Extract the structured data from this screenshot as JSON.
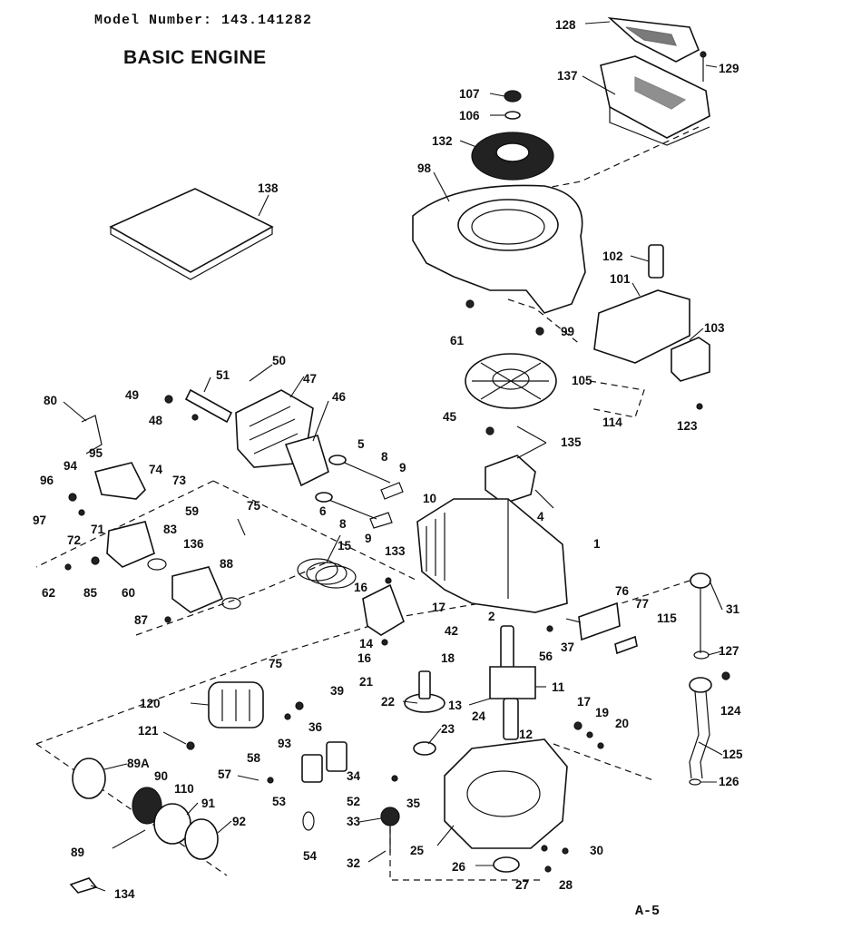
{
  "header": {
    "model_number": "Model Number: 143.141282",
    "title": "BASIC ENGINE"
  },
  "footer": {
    "page_ref": "A-5"
  },
  "part_labels": {
    "p1": "1",
    "p2": "2",
    "p4": "4",
    "p5": "5",
    "p6": "6",
    "p8a": "8",
    "p8b": "8",
    "p9a": "9",
    "p9b": "9",
    "p10": "10",
    "p11": "11",
    "p12": "12",
    "p13": "13",
    "p14": "14",
    "p15": "15",
    "p16a": "16",
    "p16b": "16",
    "p17a": "17",
    "p17b": "17",
    "p18": "18",
    "p19": "19",
    "p20": "20",
    "p21": "21",
    "p22": "22",
    "p23": "23",
    "p24": "24",
    "p25": "25",
    "p26": "26",
    "p27": "27",
    "p28": "28",
    "p30": "30",
    "p31": "31",
    "p32": "32",
    "p33": "33",
    "p34": "34",
    "p35": "35",
    "p36": "36",
    "p37": "37",
    "p39": "39",
    "p42": "42",
    "p45": "45",
    "p46": "46",
    "p47": "47",
    "p48": "48",
    "p49": "49",
    "p50": "50",
    "p51": "51",
    "p52": "52",
    "p53": "53",
    "p54": "54",
    "p56": "56",
    "p57": "57",
    "p58": "58",
    "p59": "59",
    "p60": "60",
    "p61": "61",
    "p62": "62",
    "p71": "71",
    "p72": "72",
    "p73": "73",
    "p74": "74",
    "p75a": "75",
    "p75b": "75",
    "p76": "76",
    "p77": "77",
    "p80": "80",
    "p83": "83",
    "p85": "85",
    "p87": "87",
    "p88": "88",
    "p89": "89",
    "p89a": "89A",
    "p90": "90",
    "p91": "91",
    "p92": "92",
    "p93": "93",
    "p94": "94",
    "p95": "95",
    "p96": "96",
    "p97": "97",
    "p98": "98",
    "p99": "99",
    "p101": "101",
    "p102": "102",
    "p103": "103",
    "p105": "105",
    "p106": "106",
    "p107": "107",
    "p110": "110",
    "p114": "114",
    "p115": "115",
    "p120": "120",
    "p121": "121",
    "p123": "123",
    "p124": "124",
    "p125": "125",
    "p126": "126",
    "p127": "127",
    "p128": "128",
    "p129": "129",
    "p132": "132",
    "p133": "133",
    "p134": "134",
    "p135": "135",
    "p136": "136",
    "p137": "137",
    "p138": "138"
  }
}
